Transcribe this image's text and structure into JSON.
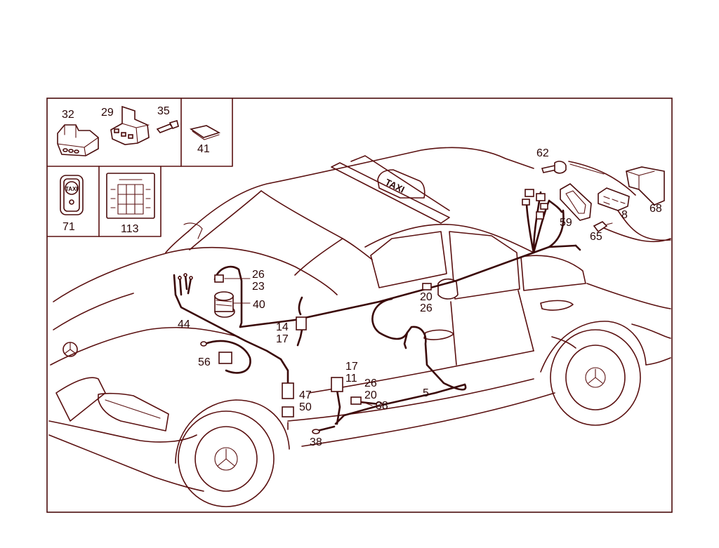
{
  "inset": {
    "relay_holder": "32",
    "connector_housing": "29",
    "contact_pin": "35",
    "insulating_plate": "41",
    "taxi_switch": "71",
    "fuse_relay_box": "113"
  },
  "roof_sign_text": "TAXI",
  "switch_text": "TAXI",
  "callouts": {
    "screw": "62",
    "control_unit": "8",
    "cover": "68",
    "bracket": "59",
    "clip": "65",
    "connector_a_1": "26",
    "connector_a_2": "23",
    "horn_relay": "40",
    "front_harness": "44",
    "rear_harness_pillar_1": "20",
    "rear_harness_pillar_2": "26",
    "relay_1": "14",
    "relay_2": "17",
    "front_module": "56",
    "console_conn_1": "17",
    "console_conn_2": "11",
    "console_conn_3": "26",
    "console_conn_4": "20",
    "main_harness": "5",
    "ground_point_upper": "38",
    "connector_lower_1": "47",
    "connector_lower_2": "50",
    "ground_point_lower": "38"
  }
}
